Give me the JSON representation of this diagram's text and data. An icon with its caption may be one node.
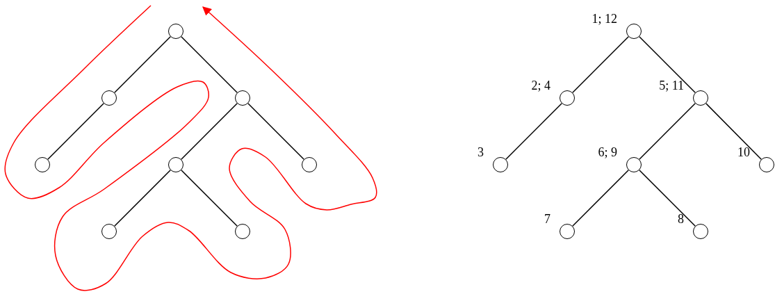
{
  "diagram": {
    "nodes": [
      {
        "text": [],
        "shape": "circle"
      },
      {
        "text": [],
        "shape": "circle"
      },
      {
        "text": [],
        "shape": "circle"
      },
      {
        "text": [],
        "shape": "circle"
      },
      {
        "text": [],
        "shape": "circle"
      },
      {
        "text": [],
        "shape": "circle"
      },
      {
        "text": [],
        "shape": "circle"
      },
      {
        "text": [],
        "shape": "circle"
      },
      {
        "text": [],
        "shape": "circle",
        "beside": [
          "1; 12"
        ]
      },
      {
        "text": [],
        "shape": "circle",
        "beside": [
          "2; 4"
        ]
      },
      {
        "text": [],
        "shape": "circle",
        "beside": [
          "5; 11"
        ]
      },
      {
        "text": [],
        "shape": "circle",
        "beside": [
          "3"
        ]
      },
      {
        "text": [],
        "shape": "circle",
        "beside": [
          "6; 9"
        ]
      },
      {
        "text": [],
        "shape": "circle",
        "beside": [
          "10"
        ]
      },
      {
        "text": [],
        "shape": "circle",
        "beside": [
          "7"
        ]
      },
      {
        "text": [],
        "shape": "circle",
        "beside": [
          "8"
        ]
      }
    ],
    "edges": [
      {
        "from": 0,
        "to": 1,
        "arrow": "none"
      },
      {
        "from": 0,
        "to": 2,
        "arrow": "none"
      },
      {
        "from": 1,
        "to": 3,
        "arrow": "none"
      },
      {
        "from": 2,
        "to": 4,
        "arrow": "none"
      },
      {
        "from": 2,
        "to": 5,
        "arrow": "none"
      },
      {
        "from": 4,
        "to": 6,
        "arrow": "none"
      },
      {
        "from": 4,
        "to": 7,
        "arrow": "none"
      },
      {
        "from": 8,
        "to": 9,
        "arrow": "none"
      },
      {
        "from": 8,
        "to": 10,
        "arrow": "none"
      },
      {
        "from": 9,
        "to": 11,
        "arrow": "none"
      },
      {
        "from": 10,
        "to": 12,
        "arrow": "none"
      },
      {
        "from": 10,
        "to": 13,
        "arrow": "none"
      },
      {
        "from": 12,
        "to": 14,
        "arrow": "none"
      },
      {
        "from": 12,
        "to": 15,
        "arrow": "none"
      }
    ]
  }
}
